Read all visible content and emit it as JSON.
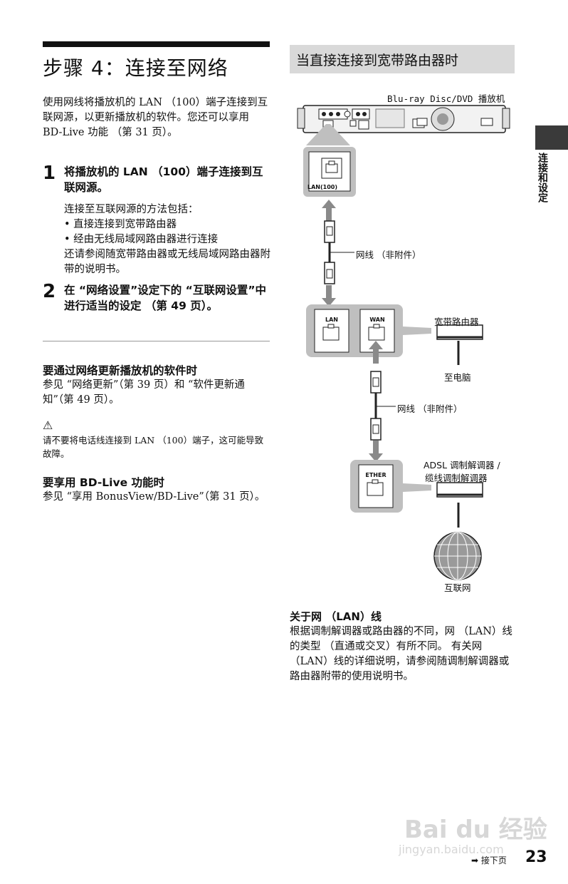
{
  "left": {
    "title": "步骤 4：连接至网络",
    "intro": "使用网线将播放机的 LAN （100）端子连接到互联网源，以更新播放机的软件。您还可以享用 BD-Live 功能 （第 31 页）。",
    "step1": {
      "num": "1",
      "text": "将播放机的 LAN （100）端子连接到互联网源。",
      "desc": "连接至互联网源的方法包括：",
      "bullets": [
        "• 直接连接到宽带路由器",
        "• 经由无线局域网路由器进行连接"
      ],
      "note": "还请参阅随宽带路由器或无线局域网路由器附带的说明书。"
    },
    "step2": {
      "num": "2",
      "text": "在 “网络设置”设定下的 “互联网设置”中进行适当的设定 （第 49 页）。"
    },
    "update": {
      "heading": "要通过网络更新播放机的软件时",
      "body": "参见 “网络更新”（第 39 页）和 “软件更新通知”（第 49 页）。"
    },
    "caution": {
      "symbol": "⚠",
      "body": "请不要将电话线连接到 LAN （100）端子，这可能导致故障。"
    },
    "bdlive": {
      "heading": "要享用 BD-Live 功能时",
      "body": "参见 “享用 BonusView/BD-Live”（第 31 页）。"
    }
  },
  "right": {
    "heading": "当直接连接到宽带路由器时",
    "diagram": {
      "player_label": "Blu-ray Disc/DVD 播放机",
      "lan100_label": "LAN(100)",
      "cable_label_1": "网线 （非附件）",
      "router_lan": "LAN",
      "router_wan": "WAN",
      "router_label": "宽带路由器",
      "to_pc": "至电脑",
      "cable_label_2": "网线 （非附件）",
      "ether": "ETHER",
      "modem_label_1": "ADSL 调制解调器 /",
      "modem_label_2": "缆线调制解调器",
      "internet_label": "互联网"
    },
    "about": {
      "title": "关于网 （LAN）线",
      "body": "根据调制解调器或路由器的不同，网 （LAN）线的类型 （直通或交叉）有所不同。 有关网 （LAN）线的详细说明，请参阅随调制解调器或路由器附带的使用说明书。"
    }
  },
  "side_tab": "连接和设定",
  "footer": {
    "next": "➡ 接下页",
    "page": "23",
    "watermark_1": "Bai du 经验",
    "watermark_2": "jingyan.baidu.com"
  }
}
